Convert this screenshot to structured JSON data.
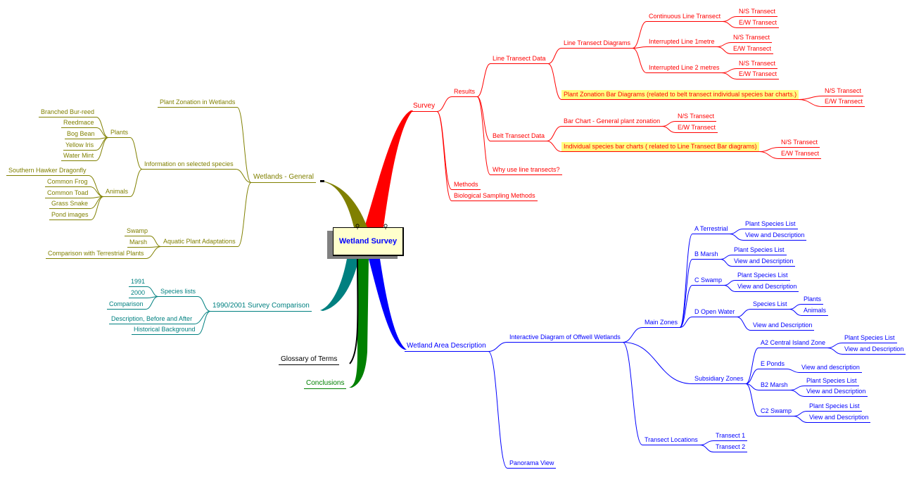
{
  "center_title": "Wetland Survey",
  "colors": {
    "survey": "#ff0000",
    "general": "#808000",
    "comparison": "#008080",
    "glossary": "#000000",
    "conclusions": "#008000",
    "area": "#0000ff",
    "highlight": "#ffff80"
  },
  "survey": [
    "Survey",
    "Results",
    "Line Transect Data",
    "Line Transect Diagrams",
    "Continuous Line Transect",
    "N/S Transect",
    "E/W Transect",
    "Interrupted Line 1metre",
    "N/S Transect",
    "E/W Transect",
    "Interrupted Line 2 metres",
    "N/S Transect",
    "E/W Transect",
    "Plant Zonation Bar Diagrams (related to belt transect individual species bar charts.)",
    "N/S Transect",
    "E/W Transect",
    "Belt Transect Data",
    "Bar Chart - General plant zonation",
    "N/S Transect",
    "E/W Transect",
    "Individual species bar charts ( related to Line Transect Bar diagrams)",
    "N/S Transect",
    "E/W Transect",
    "Why use line transects?",
    "Methods",
    "Biological Sampling Methods"
  ],
  "general": [
    "Wetlands - General",
    "Plant Zonation in Wetlands",
    "Information on selected species",
    "Plants",
    "Branched Bur-reed",
    "Reedmace",
    "Bog Bean",
    "Yellow Iris",
    "Water Mint",
    "Animals",
    "Southern Hawker Dragonfly",
    "Common Frog",
    "Common Toad",
    "Grass Snake",
    "Pond images",
    "Aquatic Plant Adaptations",
    "Swamp",
    "Marsh",
    "Comparison with Terrestrial Plants"
  ],
  "comparison": [
    "1990/2001 Survey Comparison",
    "Species lists",
    "1991",
    "2000",
    "Comparison",
    "Description, Before and After",
    "Historical Background"
  ],
  "glossary": "Glossary of Terms",
  "conclusions": "Conclusions",
  "area": [
    "Wetland Area Description",
    "Interactive Diagram of Offwell Wetlands",
    "Main Zones",
    "A Terrestrial",
    "Plant Species List",
    "View and Description",
    "B Marsh",
    "Plant Species List",
    "View and Description",
    "C Swamp",
    "Plant Species List",
    "View and Description",
    "D Open Water",
    "Species List",
    "Plants",
    "Animals",
    "View and Description",
    "Subsidiary Zones",
    "A2 Central Island Zone",
    "Plant Species List",
    "View and Description",
    "E Ponds",
    "View and description",
    "B2 Marsh",
    "Plant Species List",
    "View and Description",
    "C2 Swamp",
    "Plant Species List",
    "View and Description",
    "Transect Locations",
    "Transect 1",
    "Transect 2",
    "Panorama View"
  ]
}
